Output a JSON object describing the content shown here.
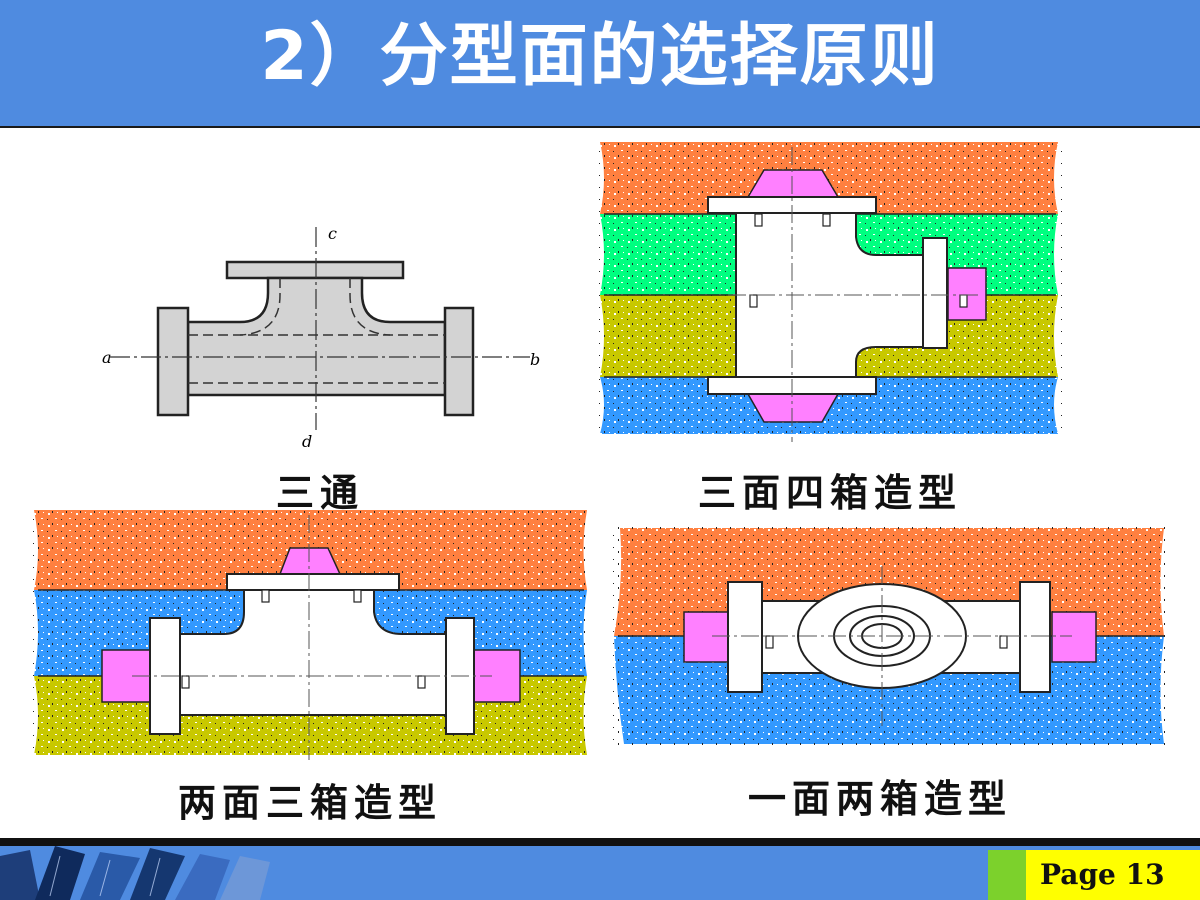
{
  "title": "2）分型面的选择原则",
  "panels": {
    "tee": {
      "caption": "三通",
      "axis_a": "a",
      "axis_b": "b",
      "axis_c": "c",
      "axis_d": "d"
    },
    "three_face": {
      "caption": "三面四箱造型"
    },
    "two_face": {
      "caption": "两面三箱造型"
    },
    "one_face": {
      "caption": "一面两箱造型"
    }
  },
  "footer": {
    "page_label": "Page 13"
  },
  "colors": {
    "header": "#4f8be0",
    "sand_top": "#ff8040",
    "sand_green": "#00ff80",
    "sand_olive": "#c8c800",
    "sand_blue": "#3399ff",
    "core": "#ff80ff",
    "casting_gray": "#d3d3d3"
  }
}
